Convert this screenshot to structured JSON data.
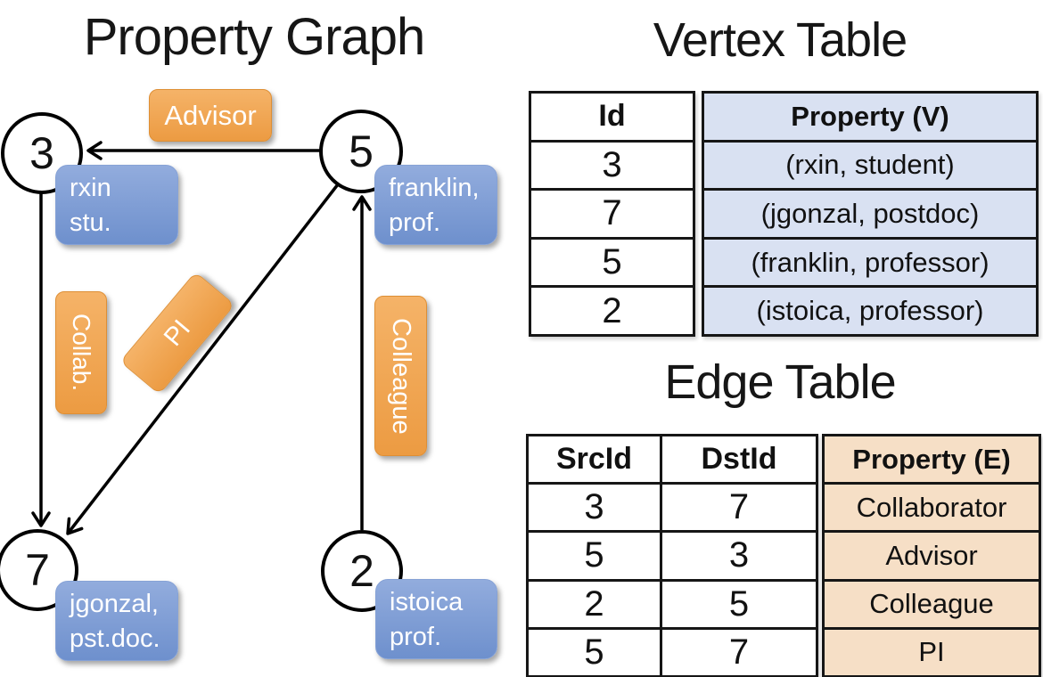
{
  "titles": {
    "property_graph": "Property Graph",
    "vertex_table": "Vertex Table",
    "edge_table": "Edge Table"
  },
  "graph": {
    "nodes": [
      {
        "id": "3",
        "line1": "rxin",
        "line2": "stu."
      },
      {
        "id": "5",
        "line1": "franklin,",
        "line2": "prof."
      },
      {
        "id": "7",
        "line1": "jgonzal,",
        "line2": "pst.doc."
      },
      {
        "id": "2",
        "line1": "istoica",
        "line2": "prof."
      }
    ],
    "edge_labels": {
      "advisor": "Advisor",
      "collab": "Collab.",
      "pi": "PI",
      "colleague": "Colleague"
    }
  },
  "vertex_table": {
    "header_id": "Id",
    "header_property": "Property (V)",
    "rows": [
      {
        "id": "3",
        "property": "(rxin, student)"
      },
      {
        "id": "7",
        "property": "(jgonzal, postdoc)"
      },
      {
        "id": "5",
        "property": "(franklin, professor)"
      },
      {
        "id": "2",
        "property": "(istoica, professor)"
      }
    ]
  },
  "edge_table": {
    "header_src": "SrcId",
    "header_dst": "DstId",
    "header_property": "Property (E)",
    "rows": [
      {
        "src": "3",
        "dst": "7",
        "property": "Collaborator"
      },
      {
        "src": "5",
        "dst": "3",
        "property": "Advisor"
      },
      {
        "src": "2",
        "dst": "5",
        "property": "Colleague"
      },
      {
        "src": "5",
        "dst": "7",
        "property": "PI"
      }
    ]
  },
  "colors": {
    "orange_top": "#F5B368",
    "orange_bottom": "#EC9B42",
    "orange_border": "#DE8F35",
    "blue_top": "#92ACDD",
    "blue_bottom": "#6E90CD",
    "blue_border": "#86A2D6",
    "vertex_cell_fill": "#D9E1F2",
    "edge_cell_fill": "#F6DFC6",
    "line_color": "#000000"
  }
}
